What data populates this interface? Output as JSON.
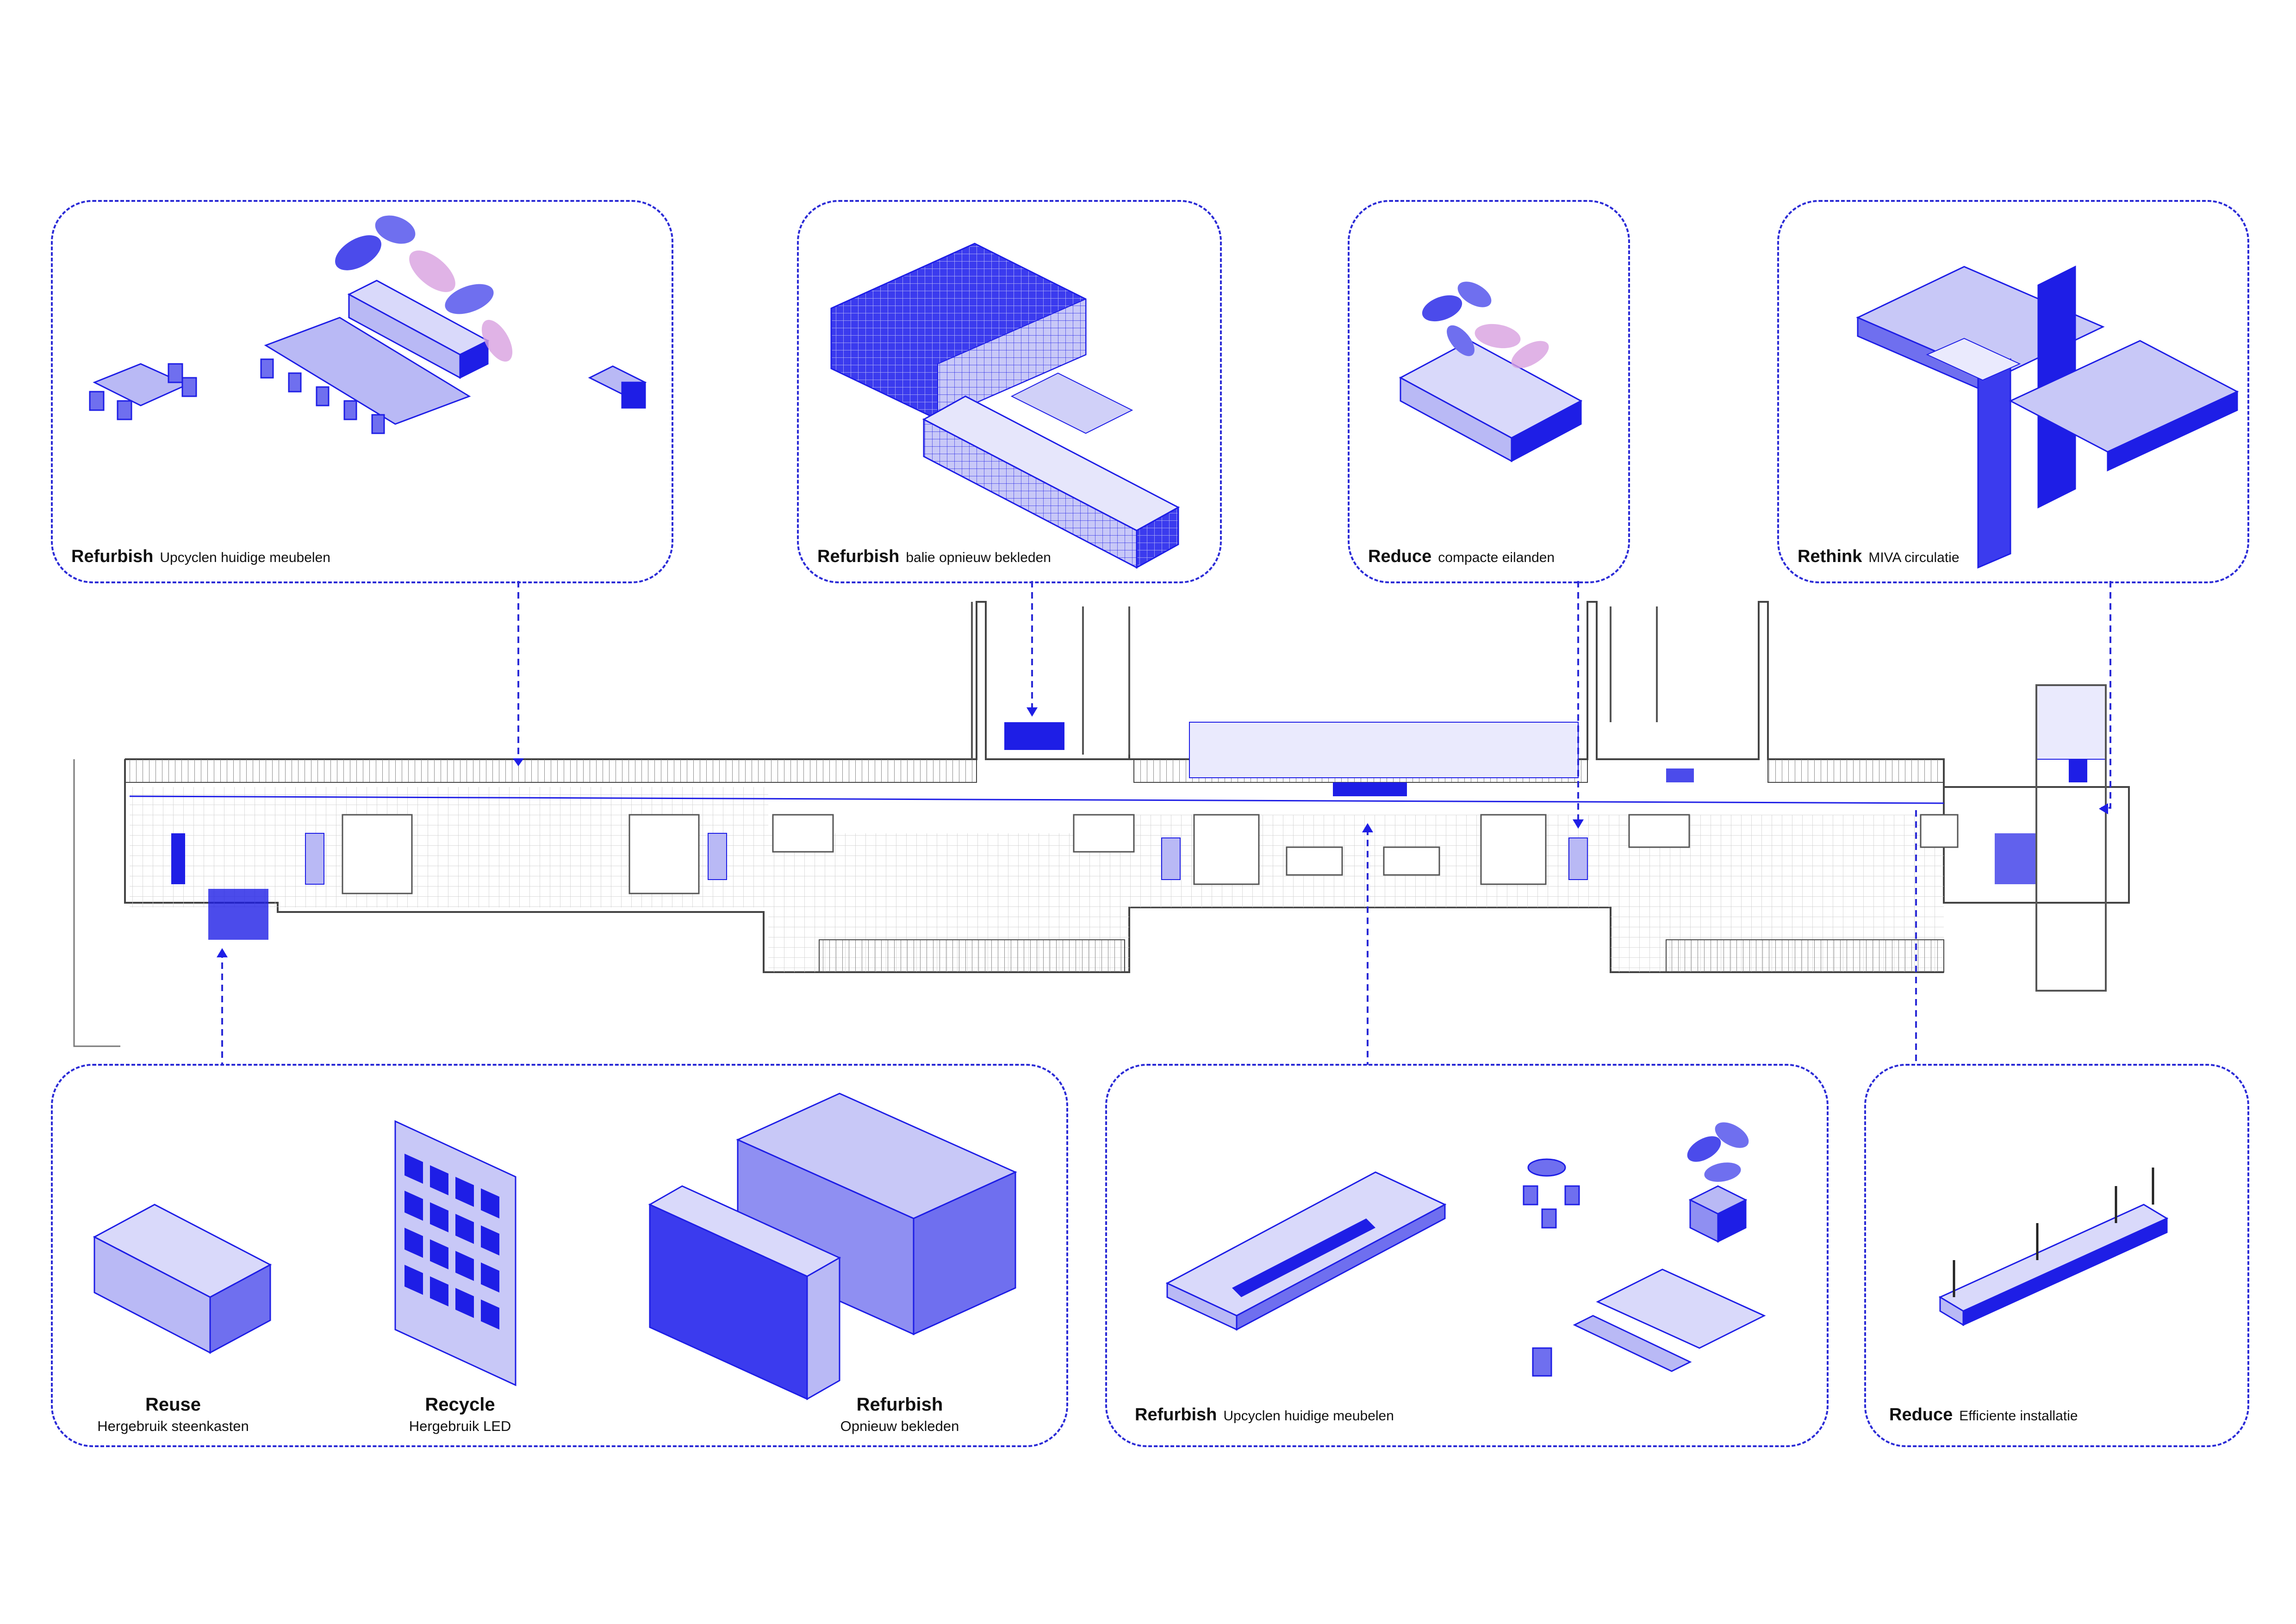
{
  "colors": {
    "accent": "#1e1ee6",
    "light": "#b9b9f5",
    "mid": "#6f6fef",
    "plant_pink": "#d8a0e0",
    "line": "#444444"
  },
  "panels": {
    "p1": {
      "title": "Refurbish",
      "subtitle": "Upcyclen huidige meubelen"
    },
    "p2": {
      "title": "Refurbish",
      "subtitle": "balie opnieuw bekleden"
    },
    "p3": {
      "title": "Reduce",
      "subtitle": "compacte eilanden"
    },
    "p4": {
      "title": "Rethink",
      "subtitle": "MIVA circulatie"
    },
    "p5": {
      "items": [
        {
          "title": "Reuse",
          "subtitle": "Hergebruik steenkasten"
        },
        {
          "title": "Recycle",
          "subtitle": "Hergebruik LED"
        },
        {
          "title": "Refurbish",
          "subtitle": "Opnieuw bekleden"
        }
      ]
    },
    "p6": {
      "title": "Refurbish",
      "subtitle": "Upcyclen huidige meubelen"
    },
    "p7": {
      "title": "Reduce",
      "subtitle": "Efficiente installatie"
    }
  }
}
